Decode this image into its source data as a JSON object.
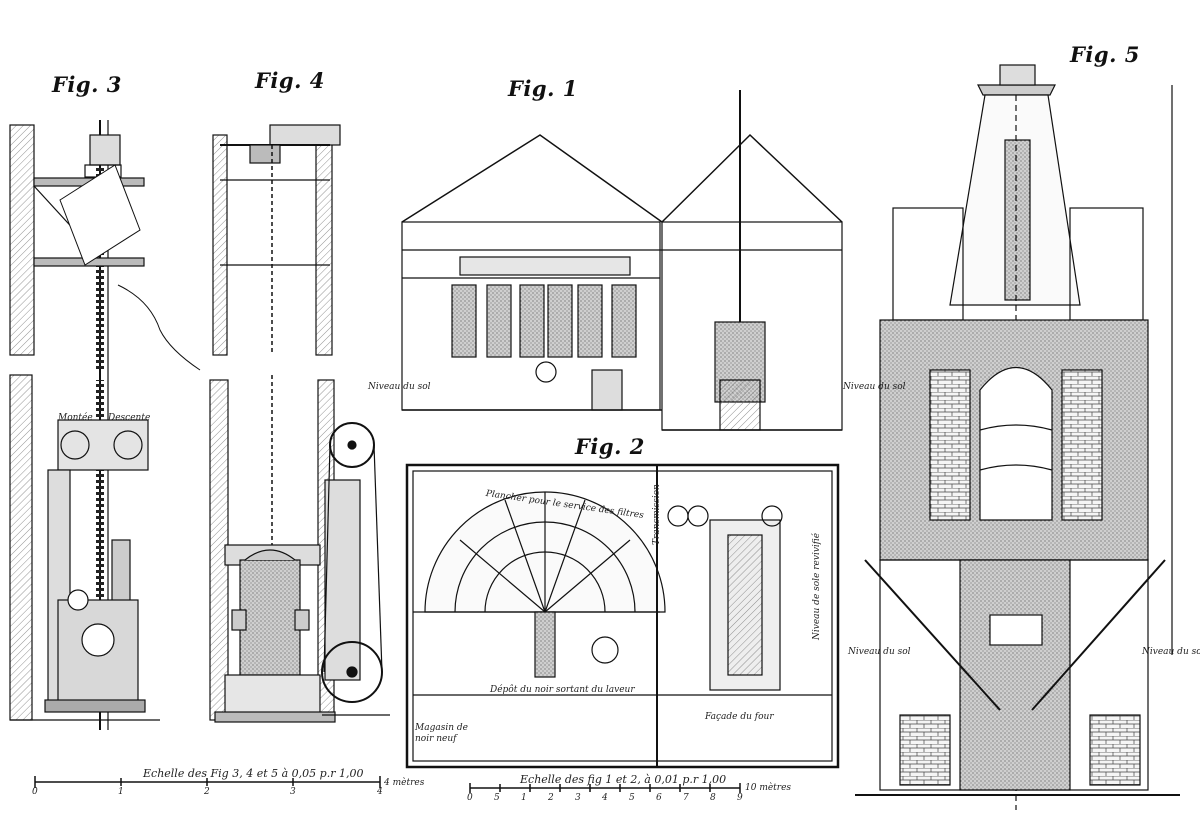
{
  "figures": {
    "fig1": "Fig. 1",
    "fig2": "Fig. 2",
    "fig3": "Fig. 3",
    "fig4": "Fig. 4",
    "fig5": "Fig. 5"
  },
  "labels": {
    "montee": "Montée",
    "descente": "Descente",
    "niveau_sol_left": "Niveau du sol",
    "niveau_sol_right": "Niveau du sol",
    "niveau_sol_fig5_left": "Niveau du sol",
    "niveau_sol_fig5_right": "Niveau du sol",
    "plancher": "Plancher pour le service des filtres",
    "depot": "Dépôt du noir sortant du laveur",
    "facade": "Façade du four",
    "magasin": "Magasin de noir neuf",
    "niveau_sole": "Niveau de sole revivifié",
    "transmission": "Transmission"
  },
  "scales": {
    "left": "Echelle des Fig 3, 4 et 5 à 0,05 p.r 1,00",
    "right": "Echelle des fig 1 et 2, à 0,01 p.r 1,00",
    "left_unit": "4 mètres",
    "right_unit": "10 mètres"
  },
  "scale_ticks": {
    "left": [
      "0",
      "1",
      "2",
      "3",
      "4"
    ],
    "right": [
      "0",
      "5",
      "1",
      "2",
      "3",
      "4",
      "5",
      "6",
      "7",
      "8",
      "9"
    ]
  }
}
